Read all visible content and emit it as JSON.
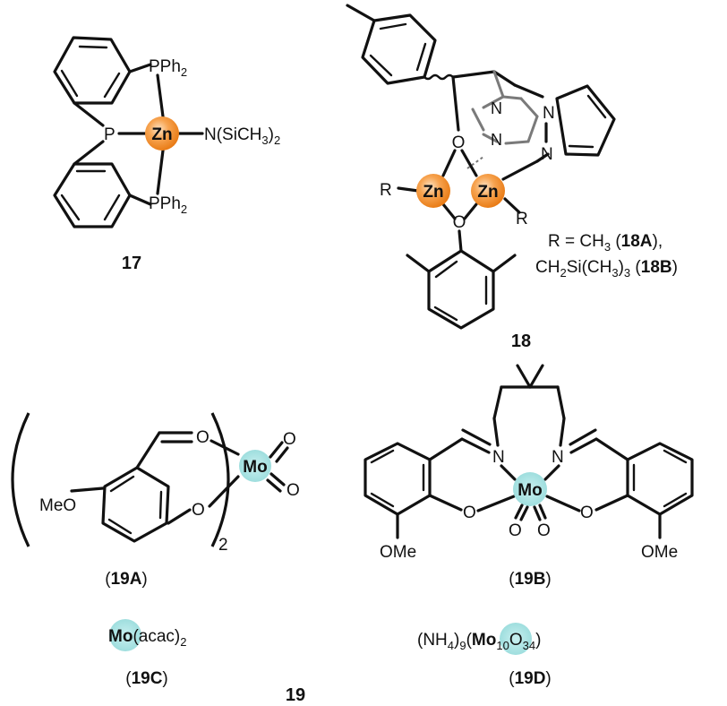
{
  "compound17": {
    "metal": "Zn",
    "ligand_p_top": "PPh",
    "ligand_p_bottom": "PPh",
    "ligand_p_sub": "2",
    "phosphorus": "P",
    "amide_text": "N(SiCH",
    "amide_sub": "3",
    "amide_close": ")",
    "amide_sub2": "2",
    "label": "17"
  },
  "compound18": {
    "metal": "Zn",
    "oxygen": "O",
    "nitrogen": "N",
    "r_group": "R",
    "r_definition_1_prefix": "R = CH",
    "r_definition_1_sub": "3",
    "r_definition_1_open": " (",
    "r_definition_1_bold": "18A",
    "r_definition_1_close": "),",
    "r_definition_2_prefix": "CH",
    "r_definition_2_sub1": "2",
    "r_definition_2_mid": "Si(CH",
    "r_definition_2_sub2": "3",
    "r_definition_2_close": ")",
    "r_definition_2_sub3": "3",
    "r_definition_2_open": " (",
    "r_definition_2_bold": "18B",
    "r_definition_2_end": ")",
    "label": "18"
  },
  "compound19A": {
    "metal": "Mo",
    "oxygen": "O",
    "methoxy": "MeO",
    "multiplier": "2",
    "label_open": "(",
    "label_bold": "19A",
    "label_close": ")"
  },
  "compound19B": {
    "metal": "Mo",
    "oxygen": "O",
    "nitrogen": "N",
    "methoxy": "OMe",
    "label_open": "(",
    "label_bold": "19B",
    "label_close": ")"
  },
  "compound19C": {
    "metal": "Mo",
    "ligand": "(acac)",
    "ligand_sub": "2",
    "label_open": "(",
    "label_bold": "19C",
    "label_close": ")"
  },
  "compound19D": {
    "prefix": "(NH",
    "prefix_sub": "4",
    "prefix_close": ")",
    "prefix_sub2": "9",
    "open": "(",
    "metal": "Mo",
    "metal_sub": "10",
    "oxide": "O",
    "oxide_sub": "34",
    "close": ")",
    "label_open": "(",
    "label_bold": "19D",
    "label_close": ")"
  },
  "group_label": "19",
  "colors": {
    "zinc_fill": "#f28c28",
    "zinc_glow": "#f7b77a",
    "molybdenum_fill": "#a7e4e4",
    "bond": "#111111",
    "grey_bond": "#7a7a7a"
  }
}
